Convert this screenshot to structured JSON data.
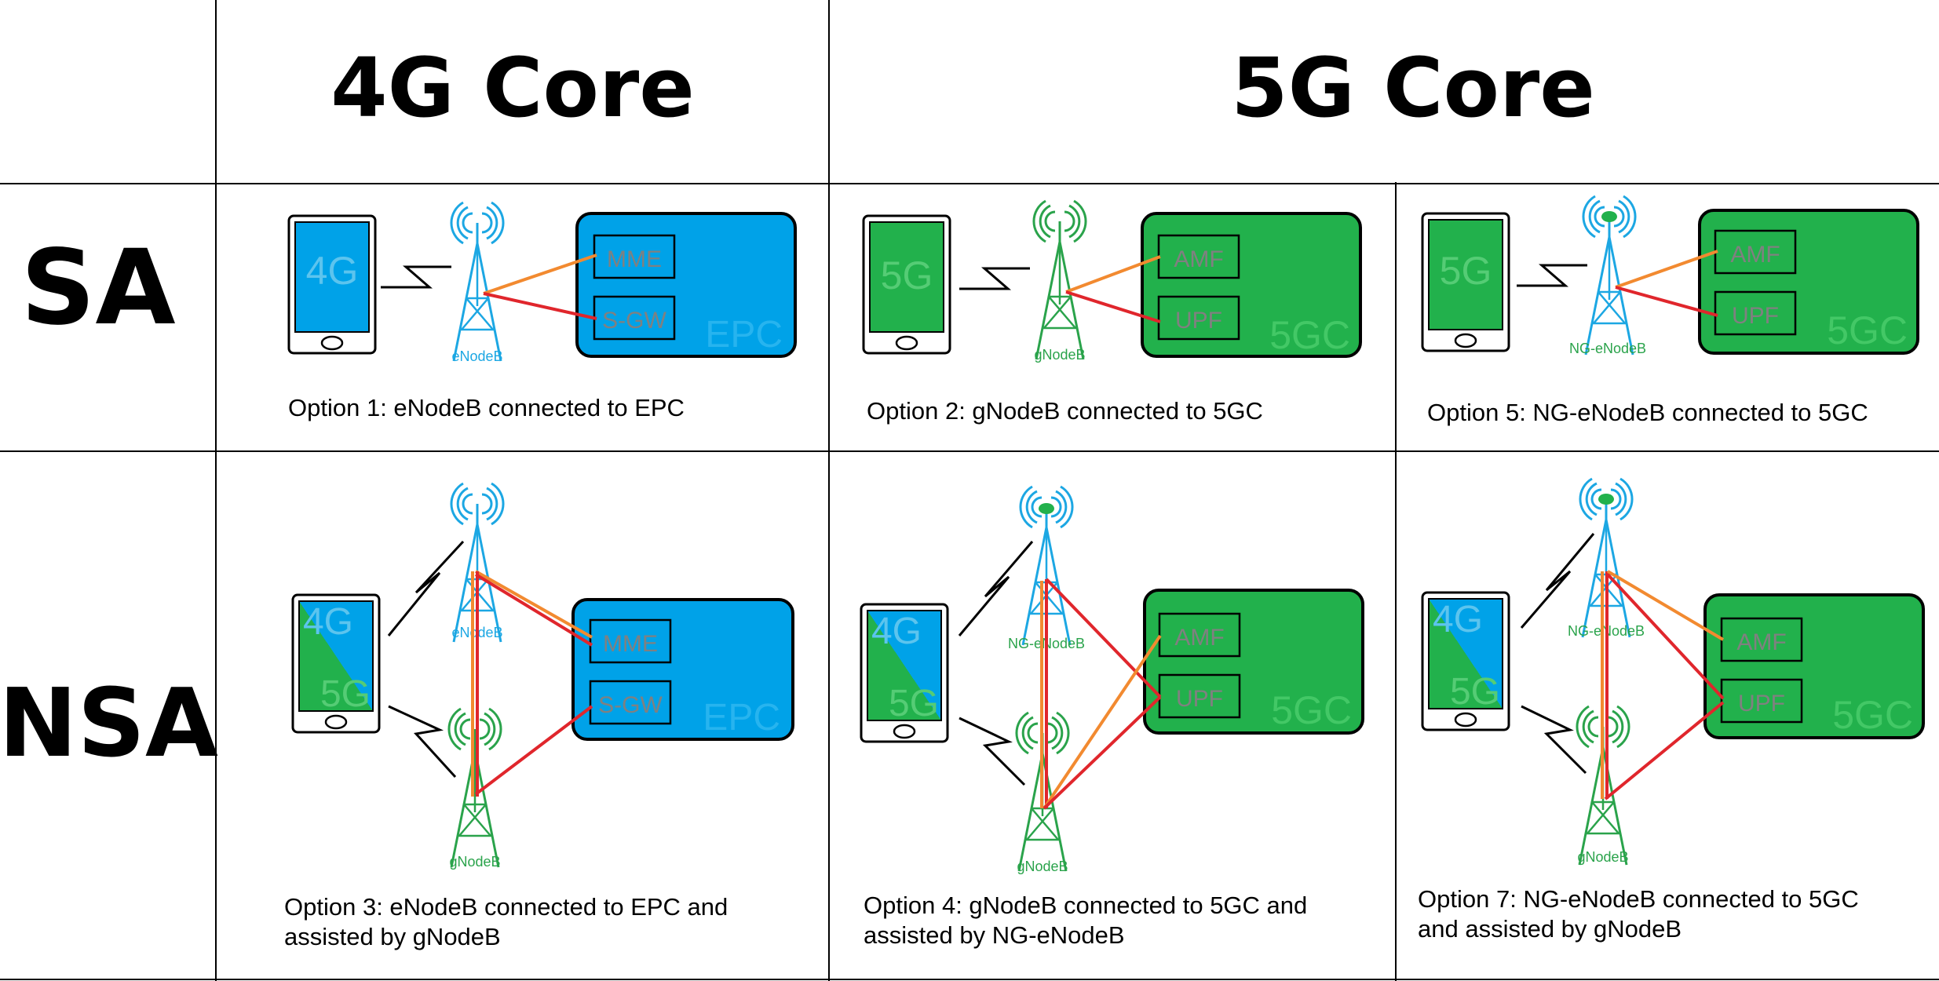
{
  "headers": {
    "col_4g": "4G Core",
    "col_5g": "5G Core",
    "row_sa": "SA",
    "row_nsa": "NSA"
  },
  "colors": {
    "epc_fill": "#00a2e8",
    "core5g_fill": "#22b14c",
    "enodeb": "#1ca7e3",
    "gnodeb": "#2aa34b",
    "link_orange": "#f28a30",
    "link_red": "#e0262c",
    "phone_4g_screen": "#00a2e8",
    "phone_5g_screen": "#22b14c"
  },
  "options": {
    "opt1": {
      "caption": "Option 1: eNodeB connected to EPC",
      "phone_label": "4G",
      "tower_label": "eNodeB",
      "core_label": "EPC",
      "box1": "MME",
      "box2": "S-GW"
    },
    "opt2": {
      "caption": "Option 2: gNodeB connected to 5GC",
      "phone_label": "5G",
      "tower_label": "gNodeB",
      "core_label": "5GC",
      "box1": "AMF",
      "box2": "UPF"
    },
    "opt5": {
      "caption": "Option 5: NG-eNodeB connected to 5GC",
      "phone_label": "5G",
      "tower_label": "NG-eNodeB",
      "core_label": "5GC",
      "box1": "AMF",
      "box2": "UPF"
    },
    "opt3": {
      "caption_line1": "Option 3: eNodeB connected to EPC and",
      "caption_line2": "assisted by gNodeB",
      "phone_label_top": "4G",
      "phone_label_bottom": "5G",
      "tower_top_label": "eNodeB",
      "tower_bottom_label": "gNodeB",
      "core_label": "EPC",
      "box1": "MME",
      "box2": "S-GW"
    },
    "opt4": {
      "caption_line1": "Option 4: gNodeB connected to 5GC and",
      "caption_line2": "assisted by NG-eNodeB",
      "phone_label_top": "4G",
      "phone_label_bottom": "5G",
      "tower_top_label": "NG-eNodeB",
      "tower_bottom_label": "gNodeB",
      "core_label": "5GC",
      "box1": "AMF",
      "box2": "UPF"
    },
    "opt7": {
      "caption_line1": "Option 7: NG-eNodeB connected to 5GC",
      "caption_line2": "and assisted by gNodeB",
      "phone_label_top": "4G",
      "phone_label_bottom": "5G",
      "tower_top_label": "NG-eNodeB",
      "tower_bottom_label": "gNodeB",
      "core_label": "5GC",
      "box1": "AMF",
      "box2": "UPF"
    }
  }
}
